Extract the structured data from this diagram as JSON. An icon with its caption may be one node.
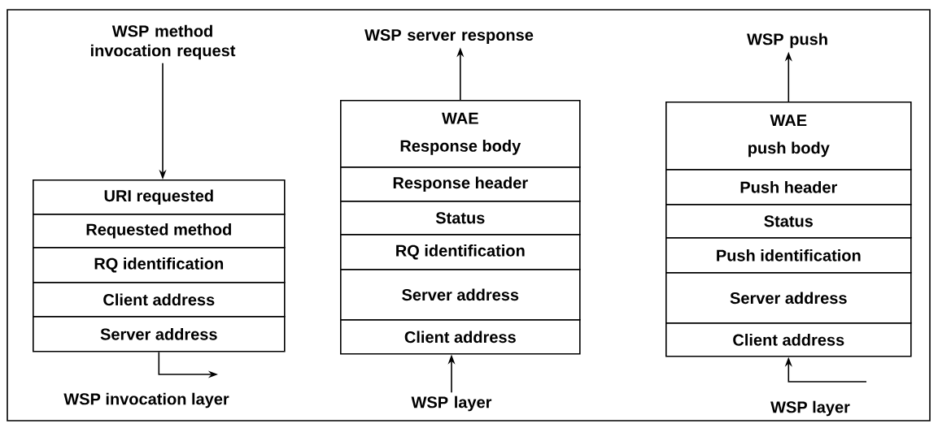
{
  "diagram": {
    "nodes": [
      {
        "text": [
          "WSP method invocation request"
        ]
      },
      {
        "text": [
          "URI requested"
        ]
      },
      {
        "text": [
          "Requested method"
        ]
      },
      {
        "text": [
          "RQ identification"
        ]
      },
      {
        "text": [
          "Client address"
        ]
      },
      {
        "text": [
          "Server address"
        ]
      },
      {
        "text": [
          "WSP server response"
        ]
      },
      {
        "text": [
          "WAE",
          "Response body"
        ]
      },
      {
        "text": [
          "Response header"
        ]
      },
      {
        "text": [
          "Status"
        ]
      },
      {
        "text": [
          "RQ identification"
        ]
      },
      {
        "text": [
          "Server address"
        ]
      },
      {
        "text": [
          "Client address"
        ]
      },
      {
        "text": [
          "WSP layer"
        ]
      },
      {
        "text": [
          "WSP push"
        ]
      },
      {
        "text": [
          "WAE",
          "push body"
        ]
      },
      {
        "text": [
          "Push header"
        ]
      },
      {
        "text": [
          "Status"
        ]
      },
      {
        "text": [
          "Push identification"
        ]
      },
      {
        "text": [
          "Server address"
        ]
      },
      {
        "text": [
          "Client address"
        ]
      }
    ],
    "edges": [
      {
        "from": 0,
        "to": 1,
        "arrow": "to"
      },
      {
        "from": 5,
        "to": null,
        "arrow": "to"
      },
      {
        "from": 7,
        "to": 6,
        "arrow": "to"
      },
      {
        "from": 13,
        "to": 12,
        "arrow": "to"
      },
      {
        "from": 15,
        "to": 14,
        "arrow": "to"
      },
      {
        "from": null,
        "to": 20,
        "arrow": "to"
      }
    ],
    "labels": [
      "WSP invocation layer",
      "WSP layer"
    ]
  }
}
